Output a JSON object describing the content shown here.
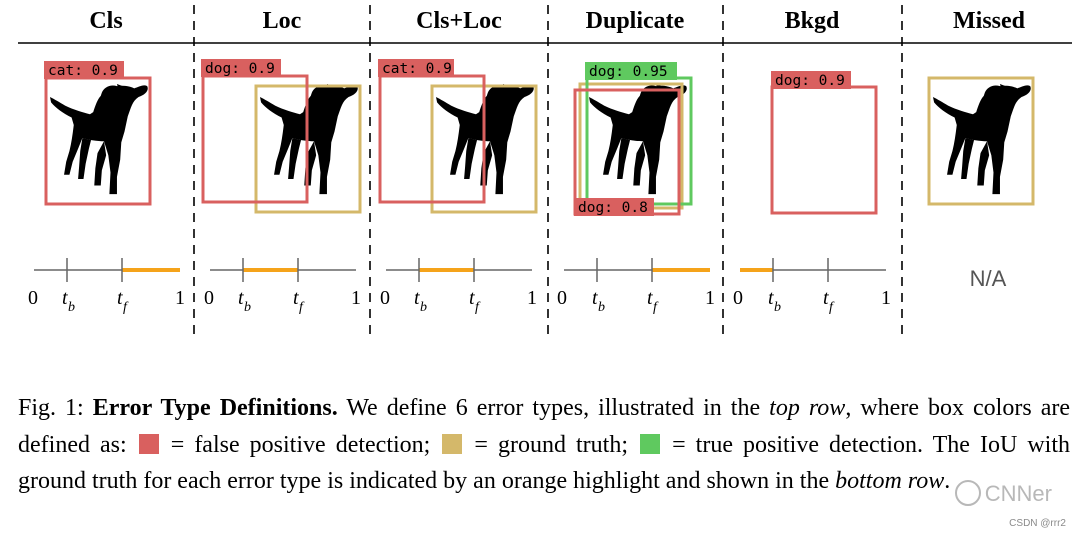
{
  "figure": {
    "headers": [
      "Cls",
      "Loc",
      "Cls+Loc",
      "Duplicate",
      "Bkgd",
      "Missed"
    ],
    "labels": {
      "cls": "cat: 0.9",
      "loc": "dog: 0.9",
      "clsloc": "cat: 0.9",
      "dup_tp": "dog: 0.95",
      "dup_fp": "dog: 0.8",
      "bkgd": "dog: 0.9"
    },
    "axis": {
      "zero": "0",
      "one": "1",
      "tb": "t",
      "tb_sub": "b",
      "tf": "t",
      "tf_sub": "f"
    },
    "na": "N/A",
    "colors": {
      "false_positive": "#d9605f",
      "ground_truth": "#d4b86a",
      "true_positive": "#5fc95f",
      "highlight": "#f5a31a",
      "axis": "#666666"
    },
    "iou_highlight": [
      {
        "error": "Cls",
        "from": "t_f",
        "to": "1"
      },
      {
        "error": "Loc",
        "from": "t_b",
        "to": "t_f"
      },
      {
        "error": "Cls+Loc",
        "from": "t_b",
        "to": "t_f"
      },
      {
        "error": "Duplicate",
        "from": "t_f",
        "to": "1"
      },
      {
        "error": "Bkgd",
        "from": "0",
        "to": "t_b"
      },
      {
        "error": "Missed",
        "from": null,
        "to": null
      }
    ]
  },
  "caption": {
    "fig": "Fig. 1:",
    "title": "Error Type Definitions.",
    "t1": " We define 6 error types, illustrated in the ",
    "top_row": "top row",
    "t2": ", where box colors are defined as: ",
    "t3": " = false positive detection; ",
    "t4": " = ground truth; ",
    "t5": " = true positive detection. The IoU with ground truth for each error type is indicated by an orange highlight and shown in the ",
    "bottom_row": "bottom row",
    "t6": "."
  },
  "watermark": "CNNer",
  "credit": "CSDN @rrr2"
}
